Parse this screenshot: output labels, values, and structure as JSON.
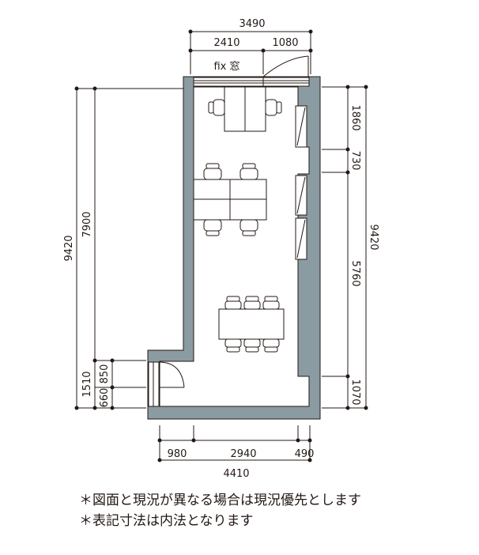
{
  "plan": {
    "window_label": "fix 窓",
    "colors": {
      "wall": "#8a9ba1",
      "line": "#231815",
      "furniture": "#ffffff"
    },
    "dims": {
      "top_total": "3490",
      "top_left": "2410",
      "top_right": "1080",
      "left_total": "9420",
      "left_upper": "7900",
      "left_lower": "1510",
      "left_small_a": "850",
      "left_small_b": "660",
      "right_total": "9420",
      "right_1": "1860",
      "right_2": "730",
      "right_3": "5760",
      "right_4": "1070",
      "bottom_a": "980",
      "bottom_b": "2940",
      "bottom_c": "490",
      "bottom_total": "4410"
    }
  },
  "notes": [
    "＊図面と現況が異なる場合は現況優先とします",
    "＊表記寸法は内法となります"
  ]
}
